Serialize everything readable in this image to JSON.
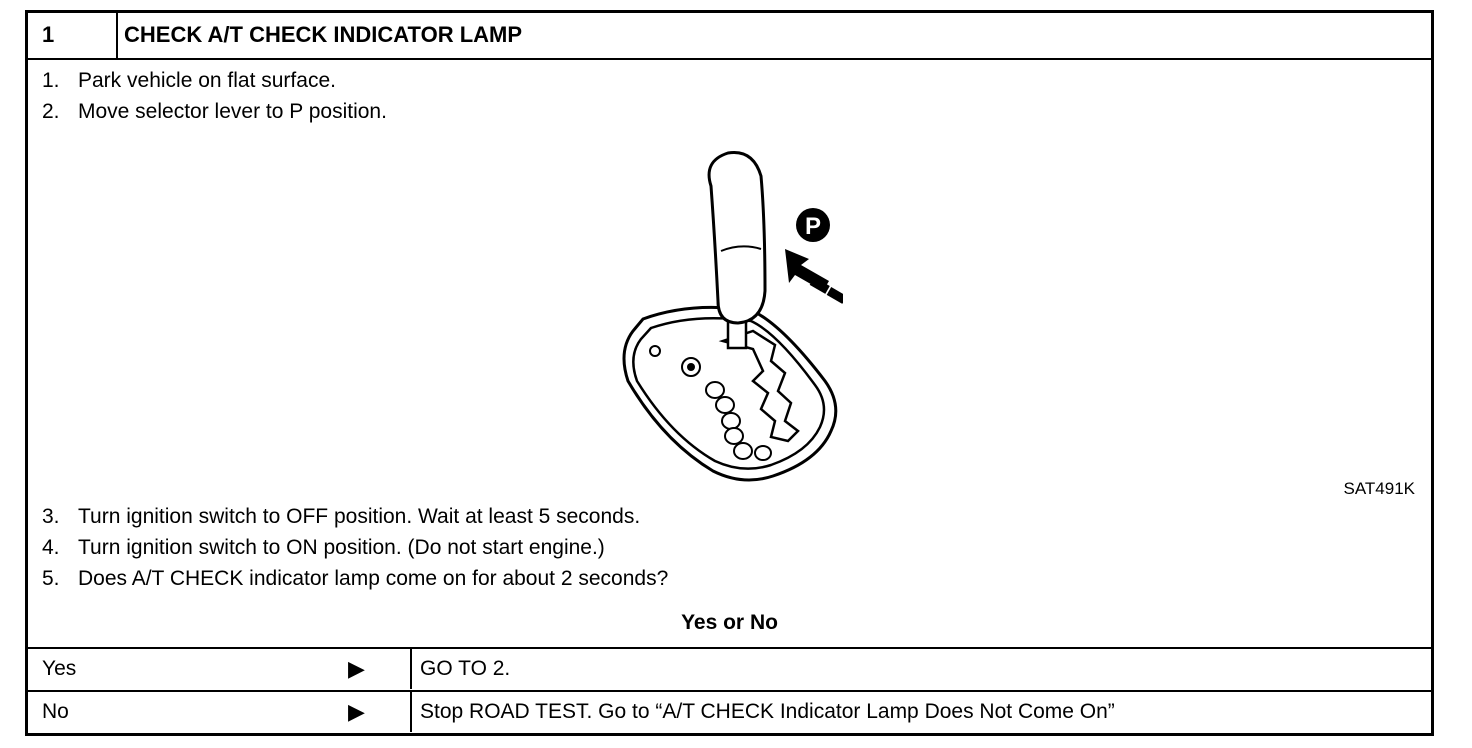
{
  "header": {
    "step_number": "1",
    "title": "CHECK A/T CHECK INDICATOR LAMP"
  },
  "steps_top": [
    {
      "n": "1.",
      "text": "Park vehicle on flat surface."
    },
    {
      "n": "2.",
      "text": "Move selector lever to P position."
    }
  ],
  "figure": {
    "id": "SAT491K",
    "position_label": "P"
  },
  "steps_bottom": [
    {
      "n": "3.",
      "text": "Turn ignition switch to OFF position. Wait at least 5 seconds."
    },
    {
      "n": "4.",
      "text": "Turn ignition switch to ON position. (Do not start engine.)"
    },
    {
      "n": "5.",
      "text": "Does A/T CHECK indicator lamp come on for about 2 seconds?"
    }
  ],
  "question": "Yes or No",
  "outcomes": [
    {
      "answer": "Yes",
      "arrow": "▶",
      "result": "GO TO 2."
    },
    {
      "answer": "No",
      "arrow": "▶",
      "result": "Stop ROAD TEST. Go to “A/T CHECK Indicator Lamp Does Not Come On”"
    }
  ]
}
